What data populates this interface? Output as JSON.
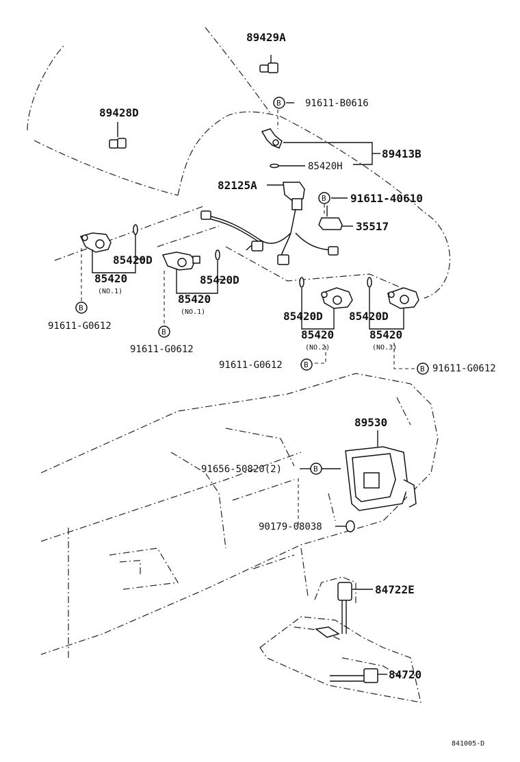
{
  "diagram": {
    "footer_code": "841005-D",
    "labels": {
      "p89429A": "89429A",
      "p89428D": "89428D",
      "p91611B0616": "91611-B0616",
      "p89413B": "89413B",
      "p85420H": "85420H",
      "p82125A": "82125A",
      "p91611_40610": "91611-40610",
      "p35517": "35517",
      "p85420D_a": "85420D",
      "p85420_a": "85420",
      "no1_a": "(NO.1)",
      "p85420D_b": "85420D",
      "p85420_b": "85420",
      "no1_b": "(NO.1)",
      "p85420D_c": "85420D",
      "p85420_c": "85420",
      "no2": "(NO.2)",
      "p85420D_d": "85420D",
      "p85420_d": "85420",
      "no3": "(NO.3)",
      "g0612_a": "91611-G0612",
      "g0612_b": "91611-G0612",
      "g0612_c": "91611-G0612",
      "g0612_d": "91611-G0612",
      "p89530": "89530",
      "p91656": "91656-50820(2)",
      "p90179": "90179-08038",
      "p84722E": "84722E",
      "p84720": "84720"
    },
    "bolt_symbol": "B"
  }
}
